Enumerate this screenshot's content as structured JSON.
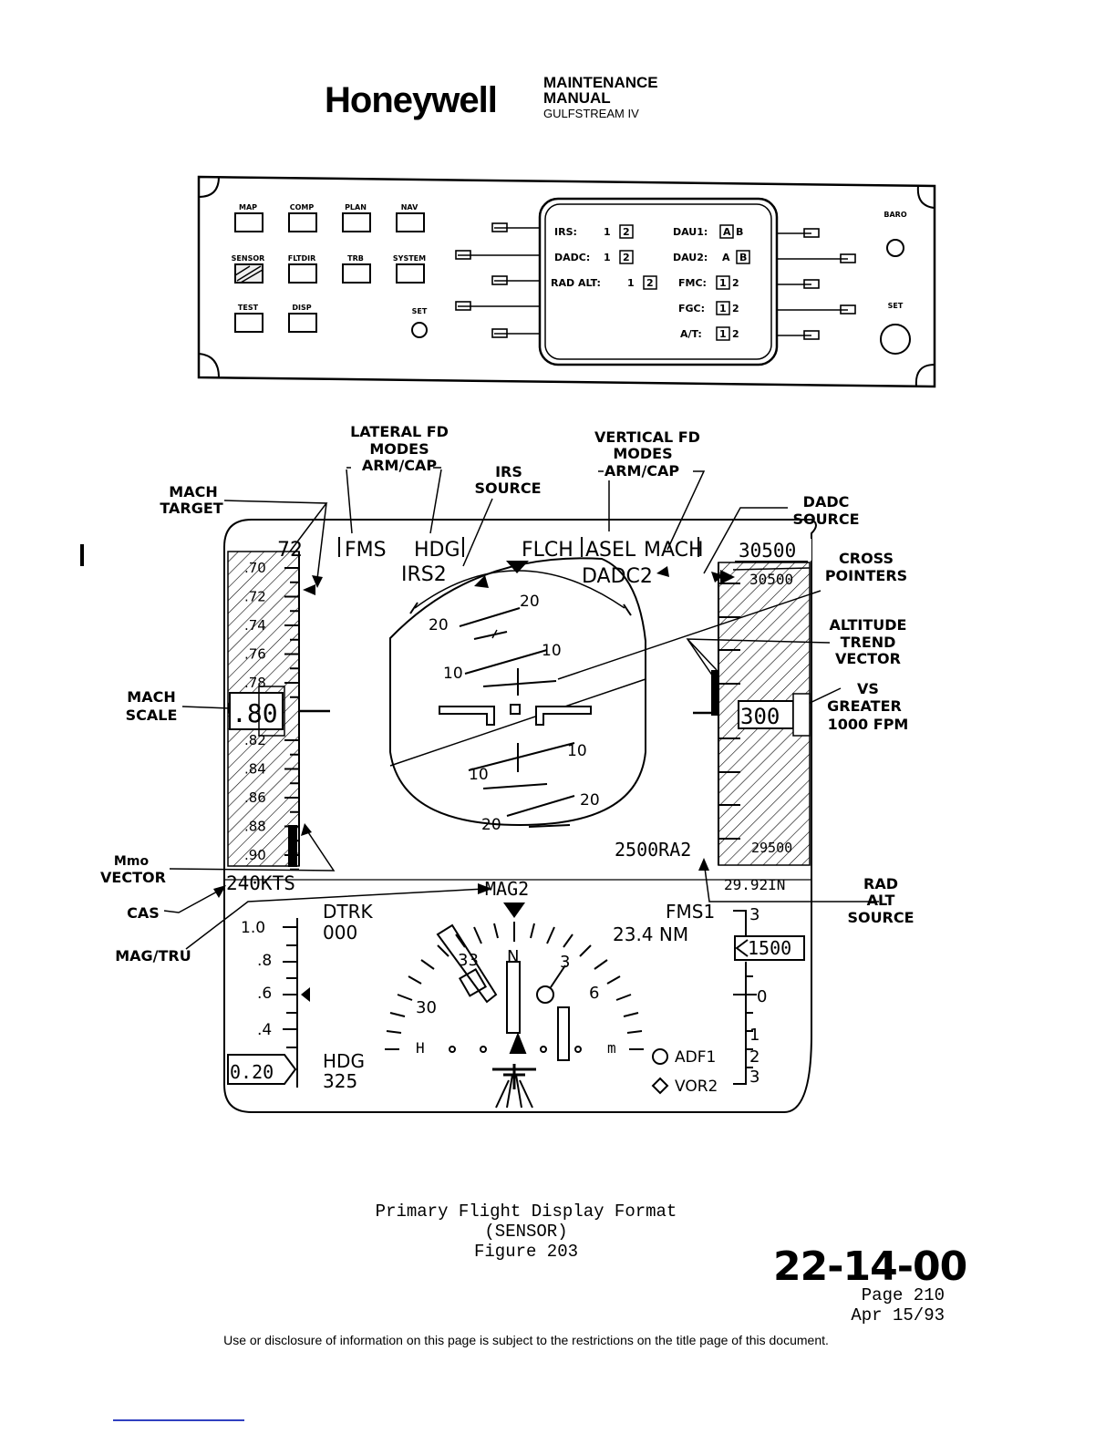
{
  "header": {
    "brand": "Honeywell",
    "manual_line1": "MAINTENANCE",
    "manual_line2": "MANUAL",
    "manual_line3": "GULFSTREAM IV"
  },
  "panel": {
    "buttons_row1": [
      "MAP",
      "COMP",
      "PLAN",
      "NAV"
    ],
    "buttons_row2": [
      "SENSOR",
      "FLTDIR",
      "TRB",
      "SYSTEM"
    ],
    "buttons_row3": [
      "TEST",
      "DISP"
    ],
    "knob_left": "SET",
    "knob_right_top": "BARO",
    "knob_right_bottom": "SET",
    "screen_left": [
      {
        "label": "IRS:",
        "val": "1",
        "box": "2"
      },
      {
        "label": "DADC:",
        "val": "1",
        "box": "2"
      },
      {
        "label": "RAD ALT:",
        "val": "1",
        "box": "2"
      }
    ],
    "screen_right": [
      {
        "label": "DAU1:",
        "box": "A",
        "val": "B"
      },
      {
        "label": "DAU2:",
        "val": "A",
        "box": "B"
      },
      {
        "label": "FMC:",
        "box": "1",
        "val": "2"
      },
      {
        "label": "FGC:",
        "box": "1",
        "val": "2"
      },
      {
        "label": "A/T:",
        "box": "1",
        "val": "2"
      }
    ]
  },
  "callouts": {
    "lateral_fd": [
      "LATERAL FD",
      "MODES",
      "ARM/CAP"
    ],
    "vertical_fd": [
      "VERTICAL FD",
      "MODES",
      "ARM/CAP"
    ],
    "irs_source": [
      "IRS",
      "SOURCE"
    ],
    "mach_target": [
      "MACH",
      "TARGET"
    ],
    "dadc_source": [
      "DADC",
      "SOURCE"
    ],
    "cross_pointers": [
      "CROSS",
      "POINTERS"
    ],
    "altitude_trend": [
      "ALTITUDE",
      "TREND",
      "VECTOR"
    ],
    "vs_greater": [
      "VS",
      "GREATER",
      "1000 FPM"
    ],
    "mach_scale": [
      "MACH",
      "SCALE"
    ],
    "mmo_vector": [
      "Mmo",
      "VECTOR"
    ],
    "cas": "CAS",
    "mag_tru": "MAG/TRU",
    "rad_alt_source": [
      "RAD",
      "ALT",
      "SOURCE"
    ]
  },
  "pfd": {
    "mach_target": "72",
    "lateral_armed": "FMS",
    "lateral_captured": "HDG",
    "irs": "IRS2",
    "vert_captured": "FLCH",
    "vert_armed1": "ASEL",
    "vert_armed2": "MACH",
    "dadc": "DADC2",
    "alt_target": "30500",
    "alt_bug": "30500",
    "mach_ticks": [
      ".70",
      ".72",
      ".74",
      ".76",
      ".78",
      ".80",
      ".82",
      ".84",
      ".86",
      ".88",
      ".90"
    ],
    "mach_readout": ".80",
    "pitch_labels": [
      "20",
      "10",
      "10",
      "20"
    ],
    "alt_readout": "300",
    "alt_low": "29500",
    "rad_alt": "2500RA2",
    "baro": "29.92IN",
    "cas": "240KTS",
    "mag": "MAG2",
    "dtrk_label": "DTRK",
    "dtrk_value": "000",
    "fms": "FMS1",
    "distance": "23.4 NM",
    "accel_ticks": [
      "1.0",
      ".8",
      ".6",
      ".4"
    ],
    "accel_readout": "0.20",
    "hdg_label": "HDG",
    "hdg_value": "325",
    "compass": [
      "33",
      "30",
      "N",
      "3",
      "6"
    ],
    "adf": "ADF1",
    "vor": "VOR2",
    "vs_ticks": [
      "3",
      "0",
      "1",
      "2",
      "3"
    ],
    "vs_readout": "1500"
  },
  "caption": {
    "line1": "Primary Flight Display Format",
    "line2": "(SENSOR)",
    "line3": "Figure 203"
  },
  "section": "22-14-00",
  "page": "Page 210",
  "date": "Apr 15/93",
  "footer": "Use or disclosure of information on this page is subject to the restrictions on the title page of this document."
}
